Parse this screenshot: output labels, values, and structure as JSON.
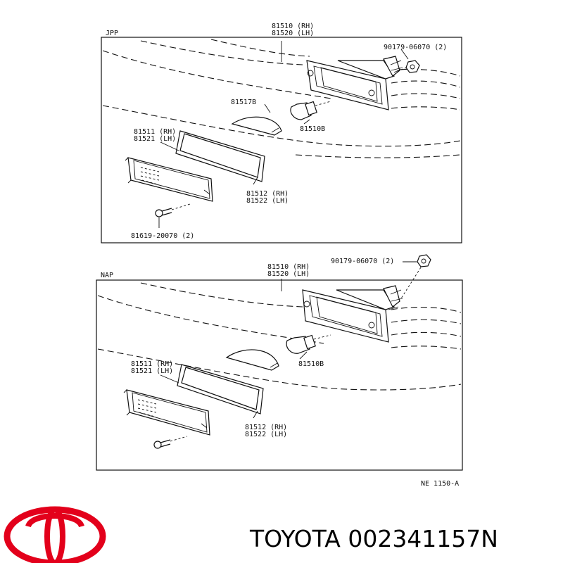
{
  "diagram": {
    "panels": [
      {
        "market": "JPP",
        "labels": {
          "housing_rh": "81510 (RH)",
          "housing_lh": "81520 (LH)",
          "nut": "90179-06070 (2)",
          "reflector": "81517B",
          "bulb": "81510B",
          "lens_rh": "81511 (RH)",
          "lens_lh": "81521 (LH)",
          "gasket_rh": "81512 (RH)",
          "gasket_lh": "81522 (LH)",
          "screw": "81619-20070 (2)"
        }
      },
      {
        "market": "NAP",
        "labels": {
          "housing_rh": "81510 (RH)",
          "housing_lh": "81520 (LH)",
          "nut": "90179-06070 (2)",
          "bulb": "81510B",
          "lens_rh": "81511 (RH)",
          "lens_lh": "81521 (LH)",
          "gasket_rh": "81512 (RH)",
          "gasket_lh": "81522 (LH)"
        }
      }
    ],
    "figure_code": "NE  1150-A"
  },
  "brand": {
    "name": "TOYOTA",
    "part_number": "002341157N",
    "logo_color": "#e3001b"
  }
}
